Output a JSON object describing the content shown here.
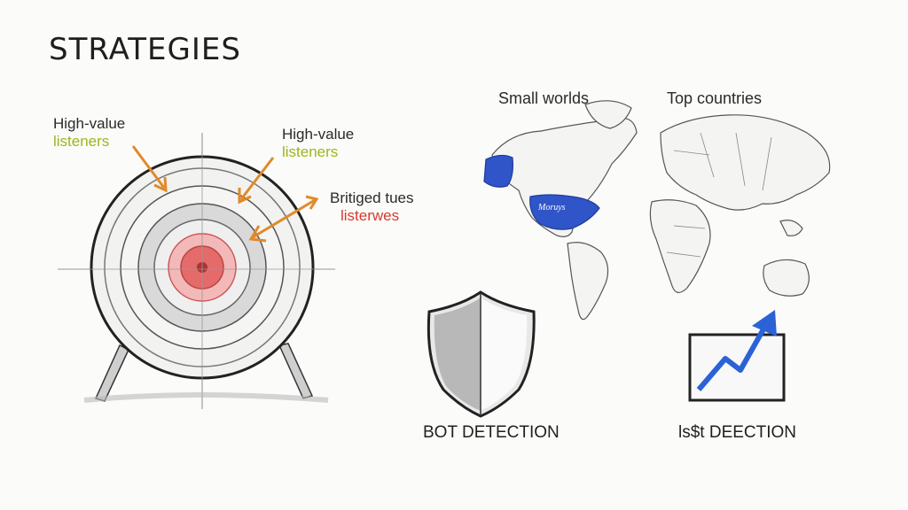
{
  "header": {
    "title": "STRATEGIES"
  },
  "target": {
    "label_1": {
      "line1": "High-value",
      "line2": "listeners"
    },
    "label_2": {
      "line1": "High-value",
      "line2": "listeners"
    },
    "label_3": {
      "line1": "Britiged tues",
      "line2": "listerwes"
    }
  },
  "map": {
    "label_left": "Small  worlds",
    "label_right": "Top countries",
    "region_tag": "Moruys"
  },
  "bottom": {
    "left_caption": "BOT DETECTION",
    "right_caption": "ls$t DEECTION"
  },
  "colors": {
    "arrow_orange": "#e08a2a",
    "green_text": "#9db51d",
    "red_text": "#d9392b",
    "map_blue": "#2f55c8",
    "trend_blue": "#2b63d6",
    "bullseye_red": "#e56a6a"
  },
  "icons": [
    "target-icon",
    "world-map-icon",
    "shield-icon",
    "trend-chart-icon"
  ]
}
